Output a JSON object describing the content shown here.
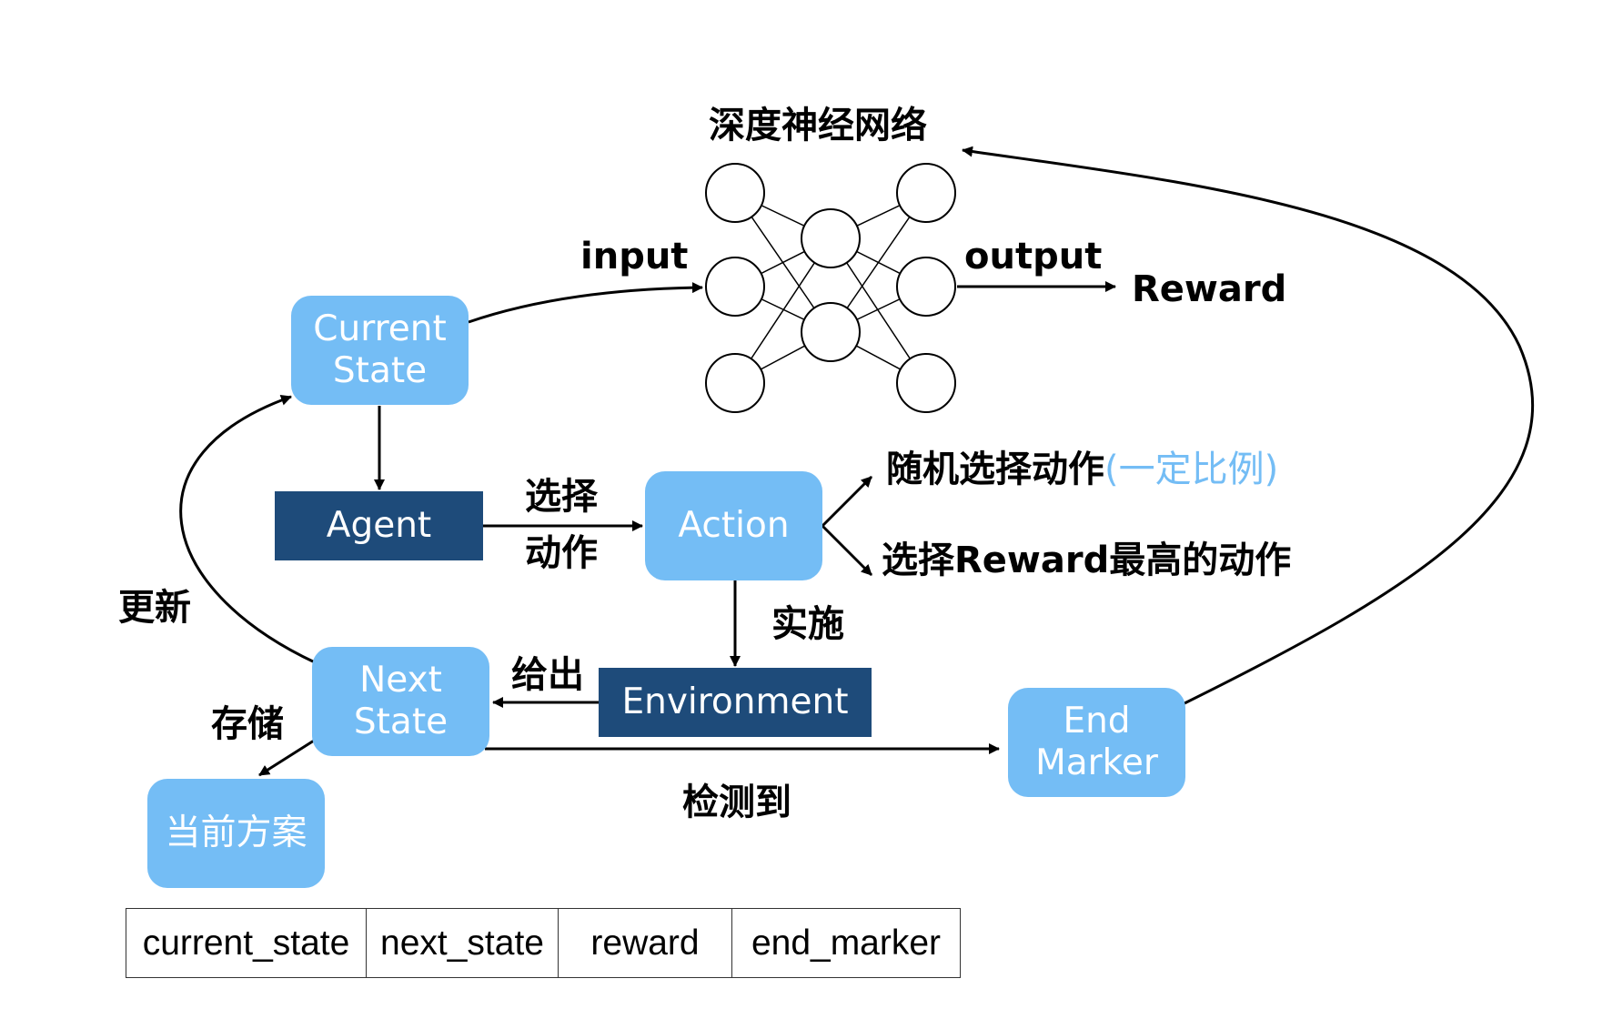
{
  "network": {
    "title": "深度神经网络",
    "input_label": "input",
    "output_label": "output",
    "output_target": "Reward"
  },
  "nodes": {
    "current_state": "Current State",
    "agent": "Agent",
    "action": "Action",
    "environment": "Environment",
    "next_state": "Next State",
    "end_marker": "End Marker",
    "current_plan": "当前方案"
  },
  "edges": {
    "select_action_line1": "选择",
    "select_action_line2": "动作",
    "implement": "实施",
    "give": "给出",
    "update": "更新",
    "store": "存储",
    "detect": "检测到"
  },
  "action_options": {
    "random": "随机选择动作",
    "random_ratio": "(一定比例)",
    "best": "选择Reward最高的动作"
  },
  "memory_table": {
    "columns": [
      "current_state",
      "next_state",
      "reward",
      "end_marker"
    ]
  },
  "colors": {
    "light_box": "#74bdf5",
    "dark_box": "#1e4b7a",
    "line": "#000000"
  }
}
